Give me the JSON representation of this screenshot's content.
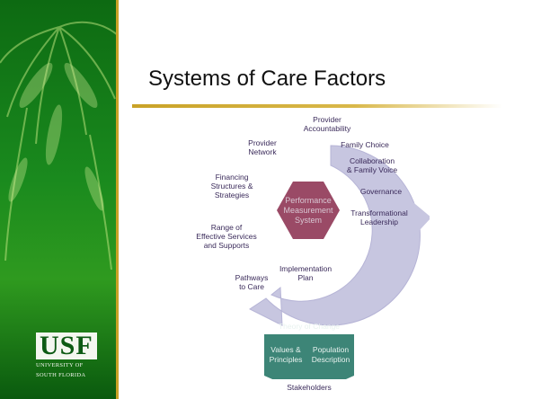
{
  "slide": {
    "title": "Systems of Care Factors"
  },
  "logo": {
    "mark": "USF",
    "line1": "UNIVERSITY OF",
    "line2": "SOUTH FLORIDA"
  },
  "diagram": {
    "ring_labels": [
      "Provider",
      "Accountability",
      "Family Choice",
      "Collaboration",
      "& Family Voice",
      "Governance",
      "Transformational",
      "Leadership",
      "Provider",
      "Network",
      "Financing",
      "Structures &",
      "Strategies",
      "Range of",
      "Effective Services",
      "and Supports",
      "Pathways",
      "to Care",
      "Implementation",
      "Plan"
    ],
    "center": [
      "Performance",
      "Measurement",
      "System"
    ],
    "theory": "Theory of Change",
    "values": [
      "Values &",
      "Principles"
    ],
    "population": [
      "Population",
      "Description"
    ],
    "stakeholders": "Stakeholders"
  },
  "colors": {
    "sidebar_green": "#1a8a1e",
    "gold": "#c9a227",
    "ring": "#c7c6e0",
    "hexagon": "#9a4a66",
    "shield": "#3d8577"
  }
}
